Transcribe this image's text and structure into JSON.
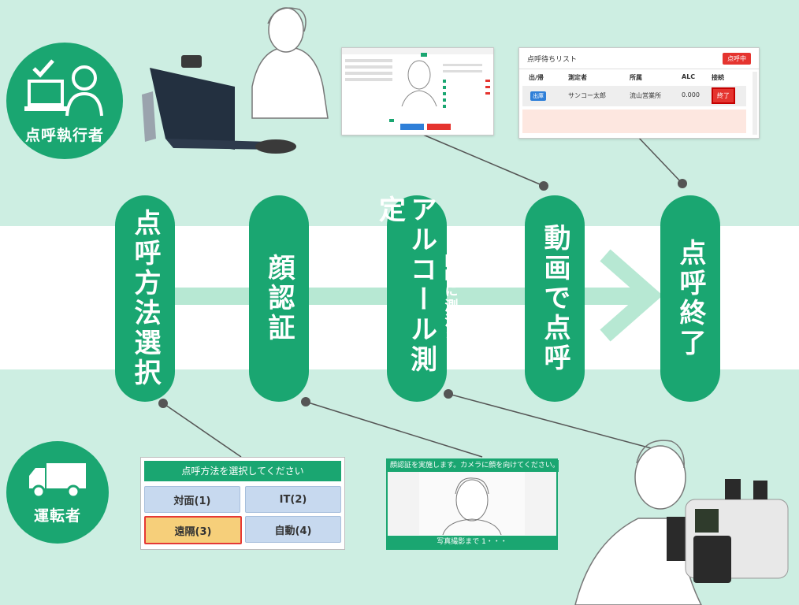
{
  "roles": {
    "executor": "点呼執行者",
    "driver": "運転者"
  },
  "steps": [
    {
      "label": "点呼方法選択"
    },
    {
      "label": "顔認証"
    },
    {
      "label": "アルコール測定",
      "note": "同時に測温＊"
    },
    {
      "label": "動画で点呼"
    },
    {
      "label": "点呼終了"
    }
  ],
  "call_list": {
    "title": "点呼待ちリスト",
    "action_button": "点呼中",
    "columns": [
      "出/帰",
      "測定者",
      "所属",
      "ALC",
      "接続"
    ],
    "row": {
      "status": "出庫",
      "name": "サンコー太郎",
      "affiliation": "流山営業所",
      "alc": "0.000",
      "action": "終了"
    }
  },
  "method_menu": {
    "title": "点呼方法を選択してください",
    "options": [
      "対面(1)",
      "IT(2)",
      "遠隔(3)",
      "自動(4)"
    ],
    "selected": "遠隔(3)"
  },
  "face_auth": {
    "header": "顔認証を実施します。カメラに顔を向けてください。",
    "footer": "写真撮影まで 1・・・"
  },
  "colors": {
    "primary": "#1aa671",
    "background": "#cdeee2",
    "band": "#ffffff",
    "alert": "#e53935"
  }
}
